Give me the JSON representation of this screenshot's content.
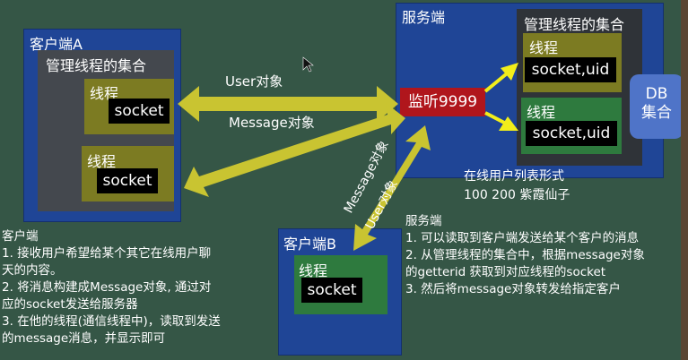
{
  "client_a": {
    "title": "客户端A",
    "group_title": "管理线程的集合",
    "thread1_label": "线程",
    "thread1_socket": "socket",
    "thread2_label": "线程",
    "thread2_socket": "socket"
  },
  "server": {
    "title": "服务端",
    "listen": "监听9999",
    "group_title": "管理线程的集合",
    "thread1_label": "线程",
    "thread1_socket": "socket,uid",
    "thread2_label": "线程",
    "thread2_socket": "socket,uid",
    "db_line1": "DB",
    "db_line2": "集合",
    "online_title": "在线用户列表形式",
    "online_example": "100  200  紫霞仙子"
  },
  "client_b": {
    "title": "客户端B",
    "thread_label": "线程",
    "thread_socket": "socket"
  },
  "arrows": {
    "user_obj": "User对象",
    "message_obj": "Message对象",
    "diag_message": "Message对象",
    "diag_user": "User对象"
  },
  "client_notes": {
    "title": "客户端",
    "lines": [
      "1. 接收用户希望给某个其它在线用户聊",
      "天的内容。",
      "2. 将消息构建成Message对象, 通过对",
      "应的socket发送给服务器",
      "3. 在他的线程(通信线程中)，读取到发送",
      "的message消息，并显示即可"
    ]
  },
  "server_notes": {
    "title": "服务端",
    "lines": [
      "1. 可以读取到客户端发送给某个客户的消息",
      "2. 从管理线程的集合中，根据message对象",
      "的getterid 获取到对应线程的socket",
      "3. 然后将message对象转发给指定客户"
    ]
  },
  "colors": {
    "board": "#355646",
    "panel_blue": "#1f4596",
    "thread_olive": "#7c7b22",
    "thread_green": "#2e7a3e",
    "listen_red": "#b0161c",
    "arrow_yellow": "#c9c431",
    "arrow_bright_yellow": "#f2ee1a"
  }
}
